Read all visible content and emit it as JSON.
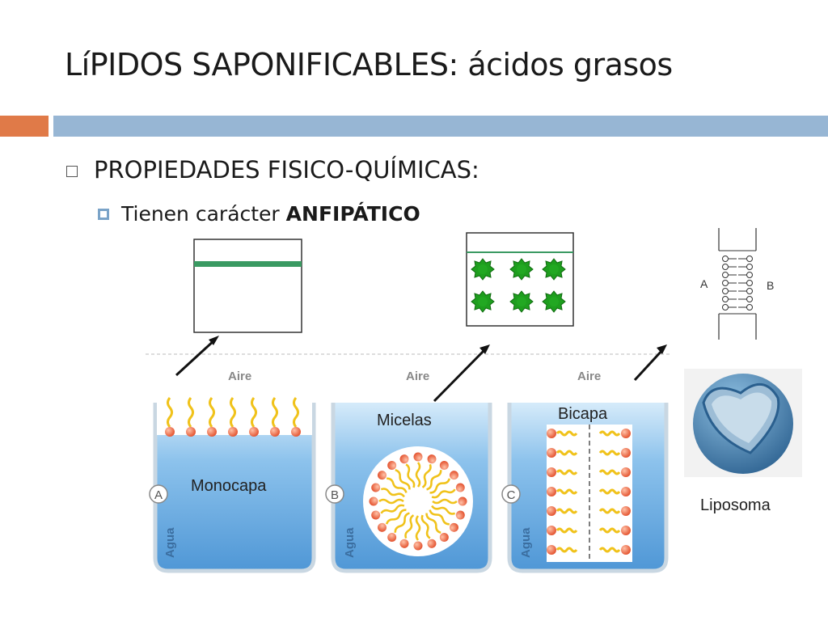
{
  "slide": {
    "title": "LíPIDOS SAPONIFICABLES: ácidos grasos",
    "bullet_1": "PROPIEDADES FISICO-QUÍMICAS:",
    "bullet_2_prefix": "Tienen carácter ",
    "bullet_2_bold": "ANFIPÁTICO"
  },
  "figure": {
    "panels": [
      {
        "letter": "A",
        "air": "Aire",
        "water": "Agua",
        "caption": "Monocapa"
      },
      {
        "letter": "B",
        "air": "Aire",
        "water": "Agua",
        "caption": "Micelas"
      },
      {
        "letter": "C",
        "air": "Aire",
        "water": "Agua",
        "caption": "Bicapa"
      }
    ],
    "liposome_caption": "Liposoma",
    "membrane_label_a": "A",
    "membrane_label_b": "B"
  },
  "colors": {
    "orange_bar": "#e07a48",
    "blue_bar": "#97b6d4",
    "monolayer_line": "#3a9a62",
    "micelle_green": "#1e9e1e",
    "water_blue": "#7fb6e6",
    "lipid_head": "#e8593a",
    "lipid_tail": "#f0c21a"
  }
}
